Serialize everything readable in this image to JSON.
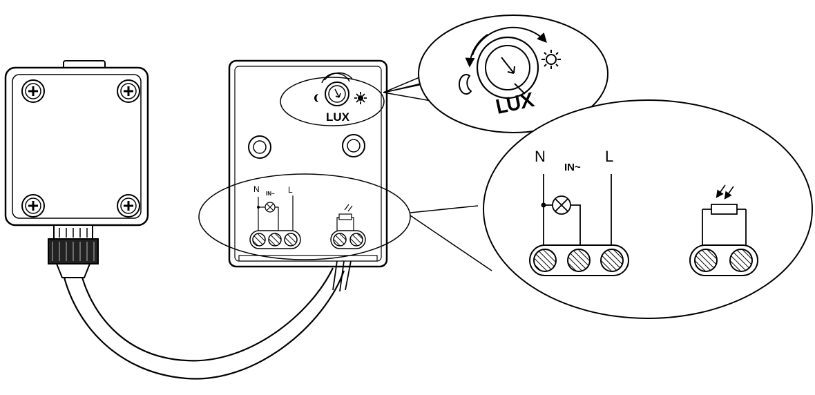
{
  "colors": {
    "stroke": "#000000",
    "background": "#ffffff",
    "hatch": "#444444"
  },
  "sensor_knob": {
    "dial_label": "LUX",
    "night_icon": "moon-icon",
    "day_icon": "sun-icon"
  },
  "sensor_terminals": {
    "neutral": "N",
    "input": "IN~",
    "live": "L"
  },
  "zoom_knob": {
    "dial_label": "LUX",
    "night_icon": "moon-icon",
    "day_icon": "sun-icon"
  },
  "zoom_terminals": {
    "neutral": "N",
    "input": "IN~",
    "live": "L",
    "photocell_icon": "photoresistor-icon"
  }
}
